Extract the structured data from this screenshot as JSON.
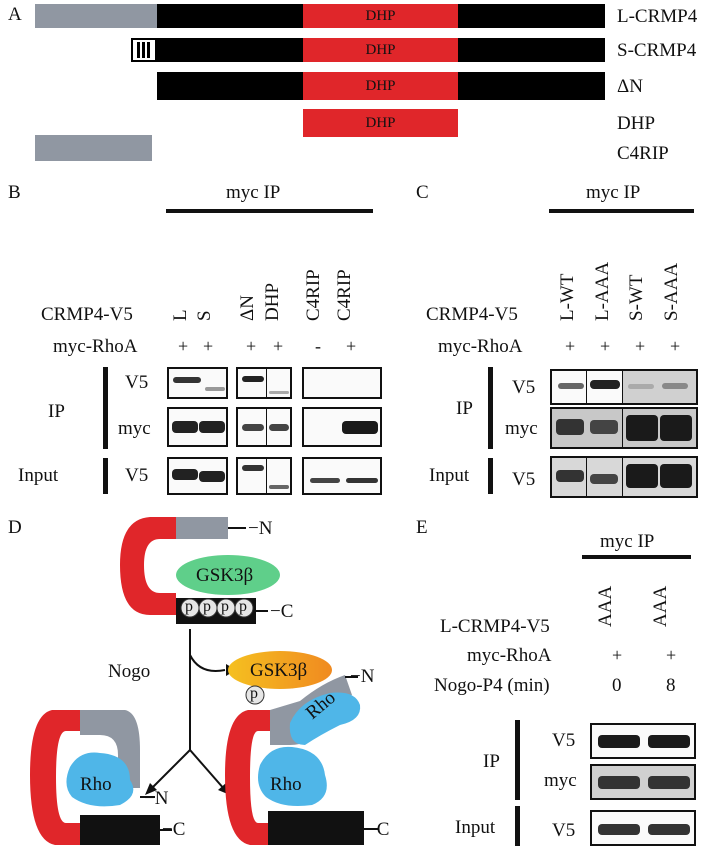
{
  "panelA": {
    "letter": "A",
    "constructs": [
      {
        "name": "L-CRMP4",
        "dhp": "DHP"
      },
      {
        "name": "S-CRMP4",
        "dhp": "DHP"
      },
      {
        "name": "ΔN",
        "dhp": "DHP"
      },
      {
        "name": "DHP",
        "dhp": "DHP"
      },
      {
        "name": "C4RIP",
        "dhp": ""
      }
    ],
    "colors": {
      "grey": "#9097a2",
      "black": "#000000",
      "red": "#e0262a"
    }
  },
  "panelB": {
    "letter": "B",
    "header": "myc IP",
    "row1_label": "CRMP4-V5",
    "row2_label": "myc-RhoA",
    "lanes": [
      "L",
      "S",
      "ΔN",
      "DHP",
      "C4RIP",
      "C4RIP"
    ],
    "rhoa": [
      "+",
      "+",
      "+",
      "+",
      "-",
      "+"
    ],
    "ip_label": "IP",
    "input_label": "Input",
    "v5": "V5",
    "myc": "myc"
  },
  "panelC": {
    "letter": "C",
    "header": "myc IP",
    "row1_label": "CRMP4-V5",
    "row2_label": "myc-RhoA",
    "lanes": [
      "L-WT",
      "L-AAA",
      "S-WT",
      "S-AAA"
    ],
    "rhoa": [
      "+",
      "+",
      "+",
      "+"
    ],
    "ip_label": "IP",
    "input_label": "Input",
    "v5": "V5",
    "myc": "myc"
  },
  "panelD": {
    "letter": "D",
    "gsk": "GSK3β",
    "p": "p",
    "n_term": "−N",
    "c_term": "−C",
    "nogo": "Nogo",
    "rho": "Rho"
  },
  "panelE": {
    "letter": "E",
    "header": "myc IP",
    "row1_label": "L-CRMP4-V5",
    "row2_label": "myc-RhoA",
    "row3_label": "Nogo-P4 (min)",
    "lanes": [
      "AAA",
      "AAA"
    ],
    "rhoa": [
      "+",
      "+"
    ],
    "times": [
      "0",
      "8"
    ],
    "ip_label": "IP",
    "input_label": "Input",
    "v5": "V5",
    "myc": "myc"
  }
}
